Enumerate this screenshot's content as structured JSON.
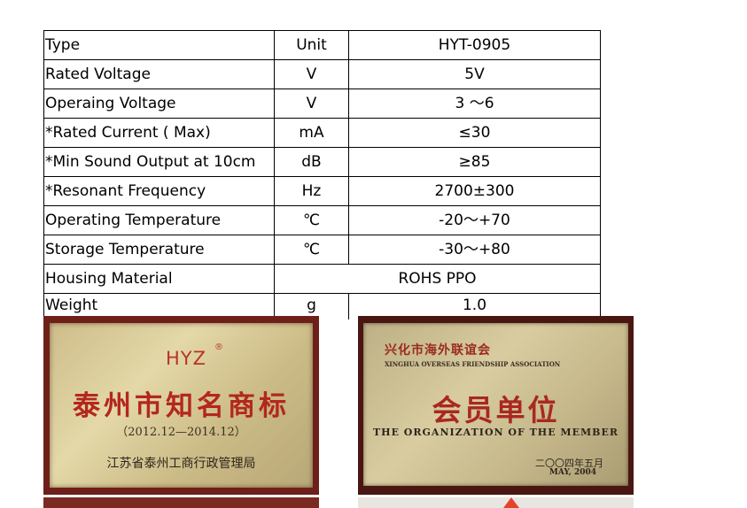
{
  "spec_table": {
    "rows": [
      {
        "param": "Type",
        "unit": "Unit",
        "value": "HYT-0905"
      },
      {
        "param": "Rated Voltage",
        "unit": "V",
        "value": "5V"
      },
      {
        "param": "Operaing Voltage",
        "unit": "V",
        "value": "3 ～6"
      },
      {
        "param": "*Rated Current ( Max)",
        "unit": "mA",
        "value": "≤30"
      },
      {
        "param": "*Min Sound Output at 10cm",
        "unit": "dB",
        "value": "≥85"
      },
      {
        "param": "*Resonant Frequency",
        "unit": "Hz",
        "value": "2700±300"
      },
      {
        "param": "Operating Temperature",
        "unit": "℃",
        "value": "-20～+70"
      },
      {
        "param": "Storage Temperature",
        "unit": "℃",
        "value": "-30～+80"
      },
      {
        "param": "Housing Material",
        "value": "ROHS  PPO"
      },
      {
        "param": "Weight",
        "unit": "g",
        "value": "1.0"
      }
    ]
  },
  "plaque_trademark": {
    "brand": "HYZ",
    "registered_mark": "®",
    "title": "泰州市知名商标",
    "period": "（2012.12—2014.12）",
    "issuer": "江苏省泰州工商行政管理局"
  },
  "plaque_member": {
    "association_cn": "兴化市海外联谊会",
    "association_en": "XINGHUA OVERSEAS FRIENDSHIP ASSOCIATION",
    "title": "会员单位",
    "title_en": "THE ORGANIZATION OF THE MEMBER",
    "date_cn": "二〇〇四年五月",
    "date_en": "MAY, 2004"
  },
  "colors": {
    "plaque_frame_left": "#6e1f1a",
    "plaque_frame_right": "#4a1612",
    "plaque_text_red": "#b3271e"
  }
}
